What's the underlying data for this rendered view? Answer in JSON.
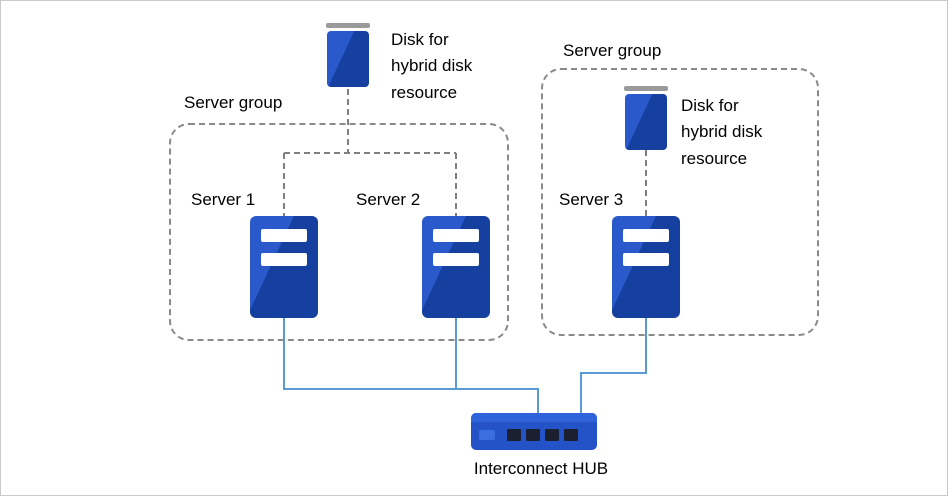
{
  "groups": [
    {
      "label": "Server group"
    },
    {
      "label": "Server group"
    }
  ],
  "disks": [
    {
      "label": "Disk for\nhybrid disk\nresource"
    },
    {
      "label": "Disk for\nhybrid disk\nresource"
    }
  ],
  "servers": [
    {
      "label": "Server 1"
    },
    {
      "label": "Server 2"
    },
    {
      "label": "Server 3"
    }
  ],
  "hub": {
    "label": "Interconnect HUB"
  },
  "colors": {
    "server_blue_light": "#2a59cc",
    "server_blue_dark": "#16409f",
    "disk_cap_gray": "#9a9a9a",
    "connector_gray": "#7f7f7f",
    "connector_blue": "#5b9bd5",
    "group_border_gray": "#8a8a8a",
    "hub_blue": "#2353c6",
    "hub_port_dark": "#1b2030",
    "slot_white": "#ffffff"
  }
}
